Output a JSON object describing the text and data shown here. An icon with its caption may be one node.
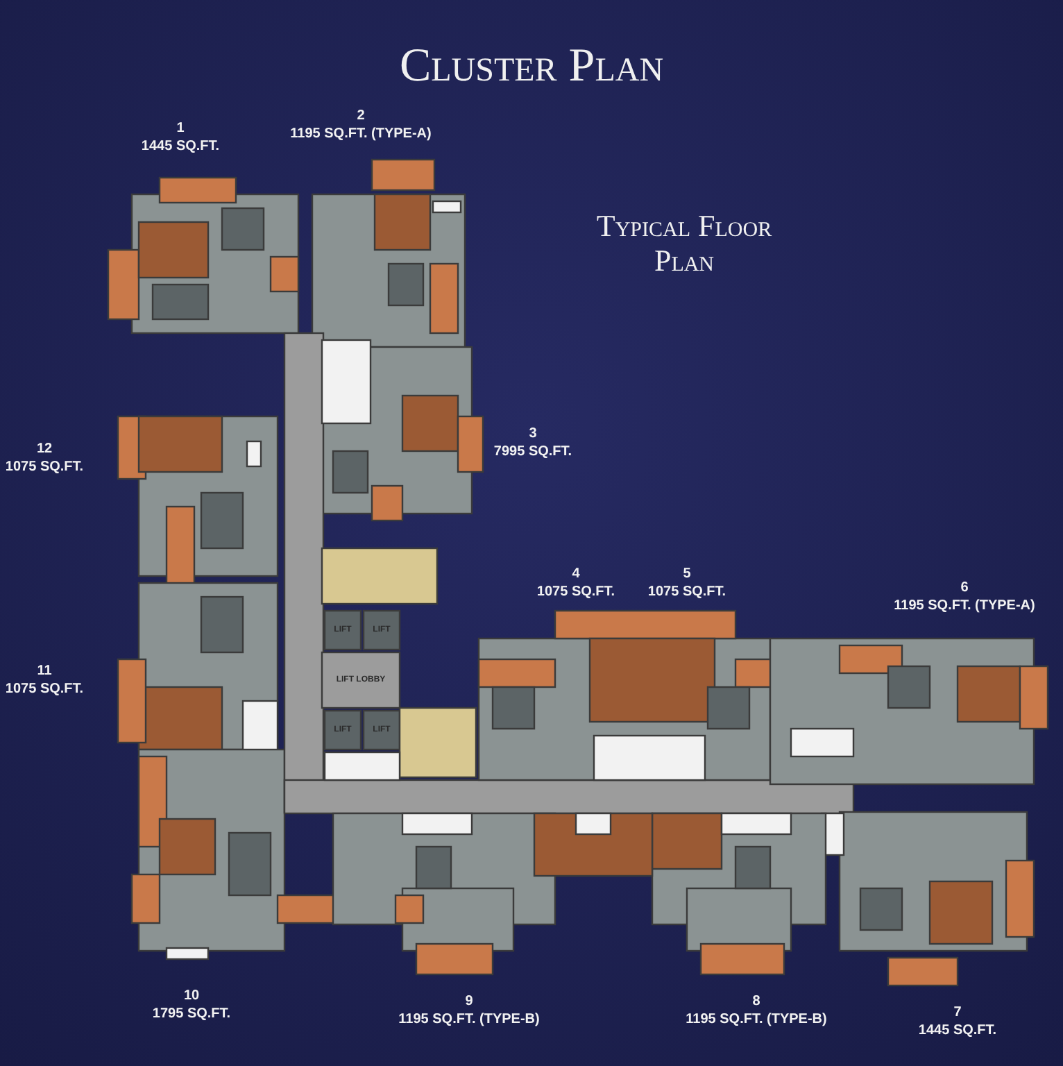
{
  "diagram": {
    "title": "Cluster Plan",
    "labels": [
      "2",
      "1195 SQ.FT. (TYPE-A)",
      "1",
      "1445 SQ.FT.",
      "Typical Floor Plan",
      "3",
      "7995 SQ.FT.",
      "12",
      "1075 SQ.FT.",
      "4",
      "1075 SQ.FT.",
      "5",
      "1075 SQ.FT.",
      "6",
      "1195 SQ.FT. (TYPE-A)",
      "11",
      "1075 SQ.FT.",
      "LIFT",
      "LIFT",
      "LIFT",
      "LIFT",
      "LIFT LOBBY",
      "10",
      "1795 SQ.FT.",
      "9",
      "1195 SQ.FT. (TYPE-B)",
      "8",
      "1195 SQ.FT. (TYPE-B)",
      "7",
      "1445 SQ.FT."
    ]
  }
}
